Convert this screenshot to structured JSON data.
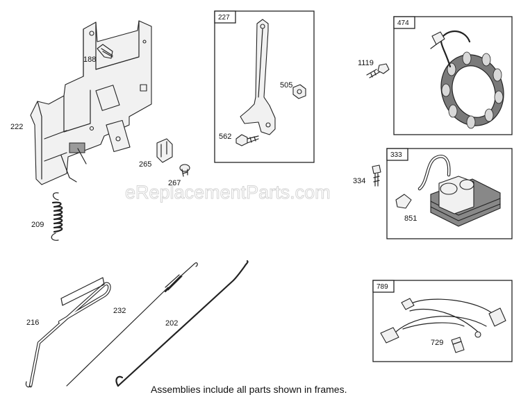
{
  "watermark": "eReplacementParts.com",
  "caption": "Assemblies include all parts shown in frames.",
  "frames": {
    "f227": "227",
    "f474": "474",
    "f333": "333",
    "f789": "789"
  },
  "labels": {
    "p188": "188",
    "p222": "222",
    "p265": "265",
    "p267": "267",
    "p209": "209",
    "p505": "505",
    "p562": "562",
    "p1119": "1119",
    "p334": "334",
    "p851": "851",
    "p216": "216",
    "p232": "232",
    "p202": "202",
    "p729": "729"
  }
}
